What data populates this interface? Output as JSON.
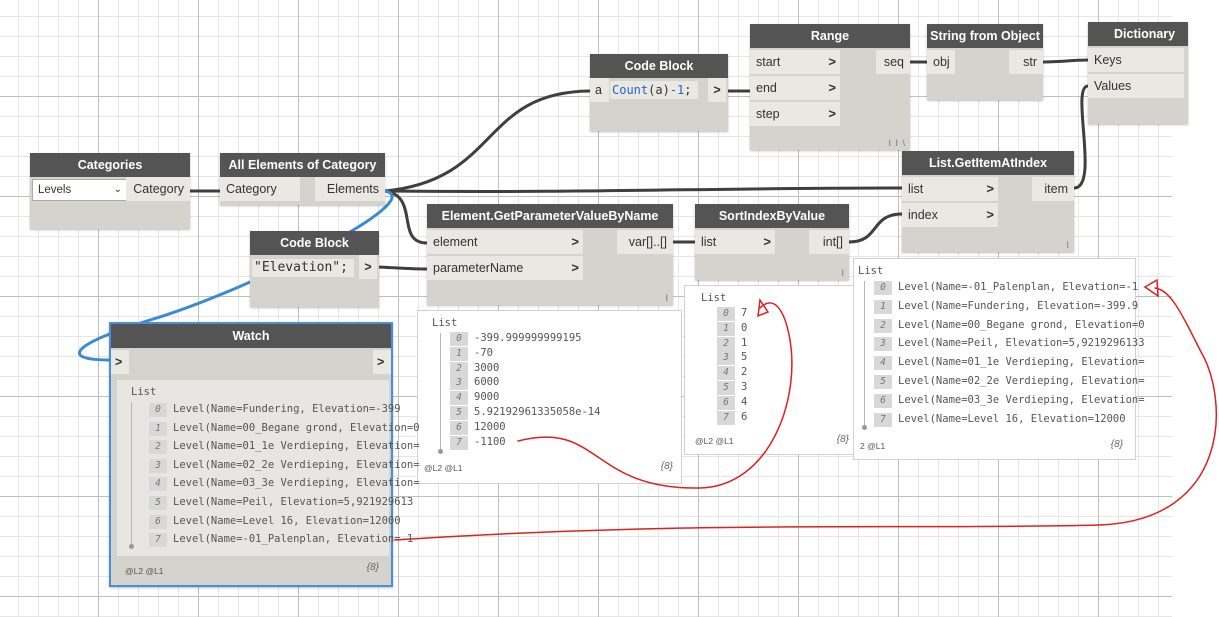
{
  "nodes": {
    "categories": {
      "title": "Categories",
      "dropdown_value": "Levels",
      "out": "Category"
    },
    "all_elements": {
      "title": "All Elements of Category",
      "in": "Category",
      "out": "Elements"
    },
    "code_block_top": {
      "title": "Code Block",
      "port": "a",
      "code_fn": "Count",
      "code_arg": "(a)",
      "code_op": "-1",
      "code_end": ";",
      "out": ">"
    },
    "range": {
      "title": "Range",
      "in_start": "start",
      "in_end": "end",
      "in_step": "step",
      "out": "seq",
      "corner": "I I \\"
    },
    "string_from_object": {
      "title": "String from Object",
      "in": "obj",
      "out": "str"
    },
    "dictionary": {
      "title": "Dictionary",
      "in_keys": "Keys",
      "in_values": "Values"
    },
    "get_item": {
      "title": "List.GetItemAtIndex",
      "in_list": "list",
      "in_index": "index",
      "out": "item",
      "corner": "I"
    },
    "code_block_elev": {
      "title": "Code Block",
      "code": "\"Elevation\";",
      "out": ">"
    },
    "get_param": {
      "title": "Element.GetParameterValueByName",
      "in_element": "element",
      "in_param": "parameterName",
      "out": "var[]..[]",
      "corner": "I"
    },
    "sort_index": {
      "title": "SortIndexByValue",
      "in": "list",
      "out": "int[]",
      "corner": "I"
    },
    "watch": {
      "title": "Watch",
      "in": ">",
      "out": ">",
      "list_title": "List",
      "items": [
        "Level(Name=Fundering, Elevation=-399",
        "Level(Name=00_Begane grond, Elevation=0",
        "Level(Name=01_1e Verdieping, Elevation=",
        "Level(Name=02_2e Verdieping, Elevation=",
        "Level(Name=03_3e Verdieping, Elevation=",
        "Level(Name=Peil, Elevation=5,921929613",
        "Level(Name=Level 16, Elevation=12000",
        "Level(Name=-01_Palenplan, Elevation=-1"
      ],
      "footer": "@L2 @L1",
      "count": "{8}"
    }
  },
  "previews": {
    "param_values": {
      "title": "List",
      "items": [
        "-399.999999999195",
        "-70",
        "3000",
        "6000",
        "9000",
        "5.92192961335058e-14",
        "12000",
        "-1100"
      ],
      "footer": "@L2 @L1",
      "count": "{8}"
    },
    "sort_values": {
      "title": "List",
      "items": [
        "7",
        "0",
        "1",
        "5",
        "2",
        "3",
        "4",
        "6"
      ],
      "footer": "@L2 @L1",
      "count": "{8}"
    },
    "item_values": {
      "title": "List",
      "items": [
        "Level(Name=-01_Palenplan, Elevation=-1",
        "Level(Name=Fundering, Elevation=-399.9",
        "Level(Name=00_Begane grond, Elevation=0",
        "Level(Name=Peil, Elevation=5,9219296133",
        "Level(Name=01_1e Verdieping, Elevation=",
        "Level(Name=02_2e Verdieping, Elevation=",
        "Level(Name=03_3e Verdieping, Elevation=",
        "Level(Name=Level 16, Elevation=12000"
      ],
      "footer": "2 @L1",
      "count": "{8}"
    }
  },
  "index_labels": [
    "0",
    "1",
    "2",
    "3",
    "4",
    "5",
    "6",
    "7"
  ],
  "colors": {
    "header": "#545454",
    "node_body": "#d5d3cd",
    "port": "#eae8e3",
    "wire": "#3f3f3f",
    "selected_wire": "#3a8bd0",
    "annotation": "#e02020",
    "code_blue": "#2a63c4",
    "code_red": "#c0392b"
  }
}
